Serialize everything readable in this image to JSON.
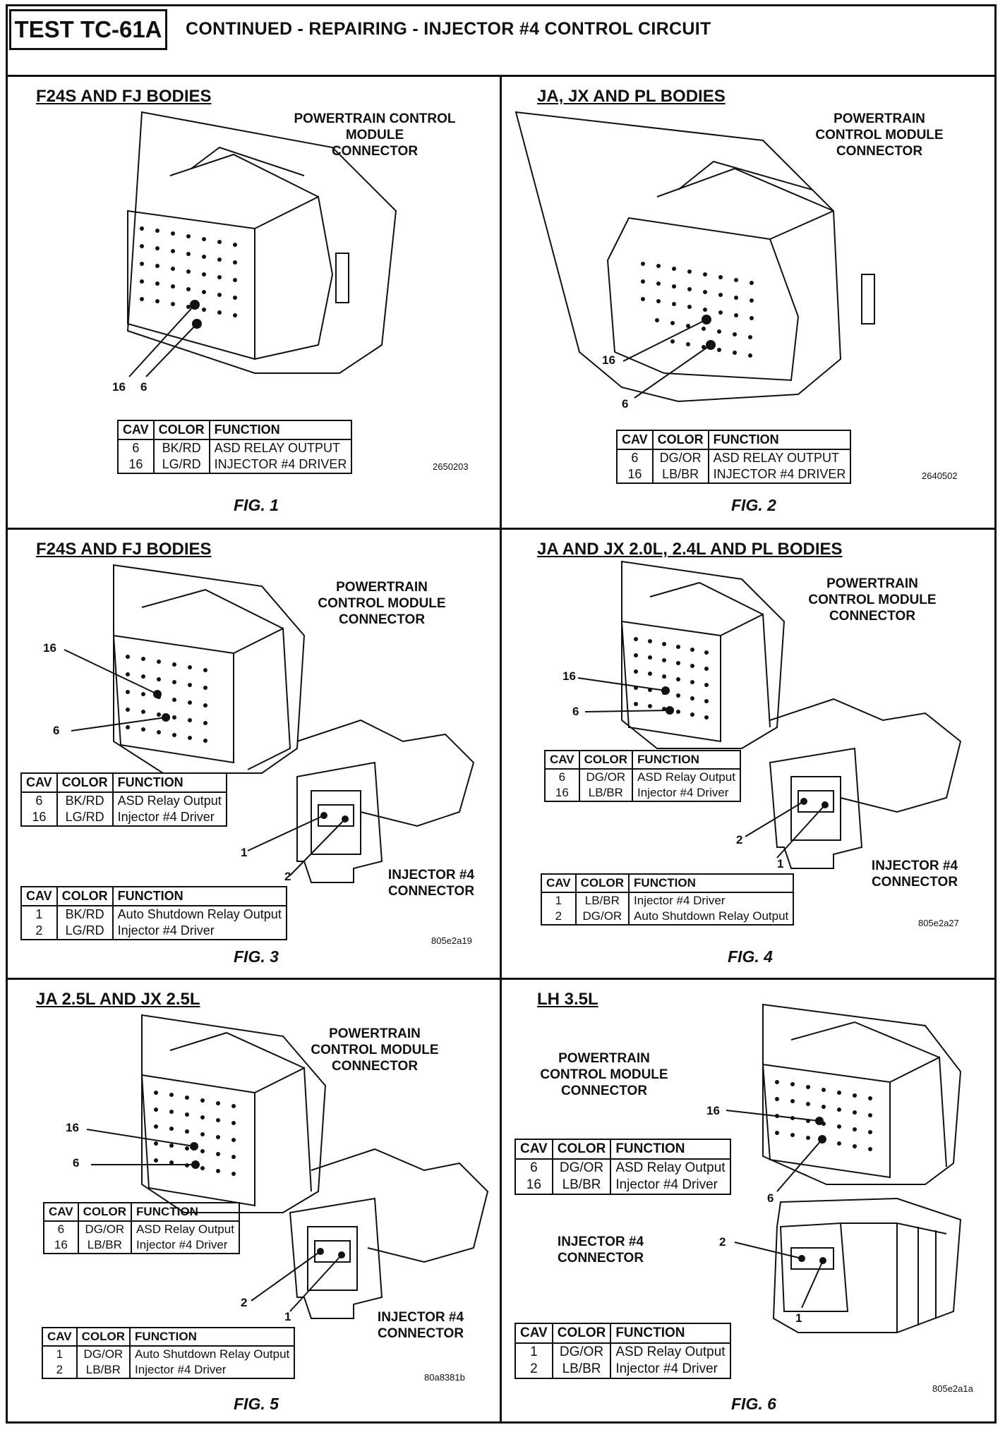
{
  "header": {
    "test_id": "TEST TC-61A",
    "title": "CONTINUED - REPAIRING - INJECTOR #4 CONTROL CIRCUIT"
  },
  "columns": [
    "CAV",
    "COLOR",
    "FUNCTION"
  ],
  "figures": [
    {
      "title": "F24S AND FJ BODIES",
      "pcm_label": [
        "POWERTRAIN CONTROL",
        "MODULE",
        "CONNECTOR"
      ],
      "pcm_pins": [
        "16",
        "6"
      ],
      "pcm_rows": [
        [
          "6",
          "BK/RD",
          "ASD RELAY OUTPUT"
        ],
        [
          "16",
          "LG/RD",
          "INJECTOR #4 DRIVER"
        ]
      ],
      "code": "2650203",
      "caption": "FIG. 1"
    },
    {
      "title": "JA, JX AND PL BODIES",
      "pcm_label": [
        "POWERTRAIN",
        "CONTROL MODULE",
        "CONNECTOR"
      ],
      "pcm_pins": [
        "16",
        "6"
      ],
      "pcm_rows": [
        [
          "6",
          "DG/OR",
          "ASD RELAY OUTPUT"
        ],
        [
          "16",
          "LB/BR",
          "INJECTOR #4 DRIVER"
        ]
      ],
      "code": "2640502",
      "caption": "FIG. 2"
    },
    {
      "title": "F24S AND FJ BODIES",
      "pcm_label": [
        "POWERTRAIN",
        "CONTROL MODULE",
        "CONNECTOR"
      ],
      "pcm_pins": [
        "16",
        "6"
      ],
      "pcm_rows": [
        [
          "6",
          "BK/RD",
          "ASD Relay Output"
        ],
        [
          "16",
          "LG/RD",
          "Injector #4 Driver"
        ]
      ],
      "inj_label": [
        "INJECTOR #4",
        "CONNECTOR"
      ],
      "inj_pins": [
        "1",
        "2"
      ],
      "inj_rows": [
        [
          "1",
          "BK/RD",
          "Auto Shutdown Relay Output"
        ],
        [
          "2",
          "LG/RD",
          "Injector #4 Driver"
        ]
      ],
      "code": "805e2a19",
      "caption": "FIG. 3"
    },
    {
      "title": "JA AND JX 2.0L, 2.4L AND PL BODIES",
      "pcm_label": [
        "POWERTRAIN",
        "CONTROL MODULE",
        "CONNECTOR"
      ],
      "pcm_pins": [
        "16",
        "6"
      ],
      "pcm_rows": [
        [
          "6",
          "DG/OR",
          "ASD Relay Output"
        ],
        [
          "16",
          "LB/BR",
          "Injector #4 Driver"
        ]
      ],
      "inj_label": [
        "INJECTOR #4",
        "CONNECTOR"
      ],
      "inj_pins": [
        "2",
        "1"
      ],
      "inj_rows": [
        [
          "1",
          "LB/BR",
          "Injector #4 Driver"
        ],
        [
          "2",
          "DG/OR",
          "Auto Shutdown Relay Output"
        ]
      ],
      "code": "805e2a27",
      "caption": "FIG. 4"
    },
    {
      "title": "JA 2.5L AND JX 2.5L",
      "pcm_label": [
        "POWERTRAIN",
        "CONTROL MODULE",
        "CONNECTOR"
      ],
      "pcm_pins": [
        "16",
        "6"
      ],
      "pcm_rows": [
        [
          "6",
          "DG/OR",
          "ASD Relay Output"
        ],
        [
          "16",
          "LB/BR",
          "Injector #4 Driver"
        ]
      ],
      "inj_label": [
        "INJECTOR #4",
        "CONNECTOR"
      ],
      "inj_pins": [
        "2",
        "1"
      ],
      "inj_rows": [
        [
          "1",
          "DG/OR",
          "Auto Shutdown Relay Output"
        ],
        [
          "2",
          "LB/BR",
          "Injector #4 Driver"
        ]
      ],
      "code": "80a8381b",
      "caption": "FIG. 5"
    },
    {
      "title": "LH 3.5L",
      "pcm_label": [
        "POWERTRAIN",
        "CONTROL MODULE",
        "CONNECTOR"
      ],
      "pcm_pins": [
        "16",
        "6"
      ],
      "pcm_rows": [
        [
          "6",
          "DG/OR",
          "ASD Relay Output"
        ],
        [
          "16",
          "LB/BR",
          "Injector #4 Driver"
        ]
      ],
      "inj_label": [
        "INJECTOR #4",
        "CONNECTOR"
      ],
      "inj_pins": [
        "2",
        "1"
      ],
      "inj_rows": [
        [
          "1",
          "DG/OR",
          "ASD Relay Output"
        ],
        [
          "2",
          "LB/BR",
          "Injector #4 Driver"
        ]
      ],
      "code": "805e2a1a",
      "caption": "FIG. 6"
    }
  ]
}
